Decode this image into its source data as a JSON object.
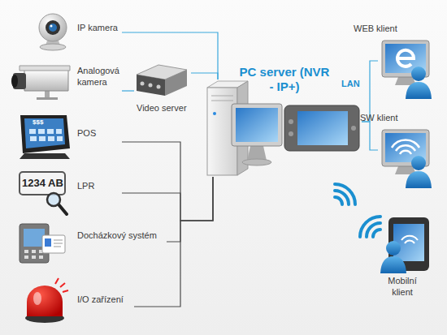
{
  "diagram": {
    "nodes": [
      {
        "text": [
          "IP kamera"
        ]
      },
      {
        "text": [
          "Analogová kamera"
        ]
      },
      {
        "text": [
          "Video server"
        ]
      },
      {
        "text": [
          "POS"
        ]
      },
      {
        "text": [
          "LPR"
        ]
      },
      {
        "text": [
          "Docházkový systém"
        ]
      },
      {
        "text": [
          "I/O zařízení"
        ]
      },
      {
        "text": [
          "PC server (NVR - IP+)"
        ]
      },
      {
        "text": [
          "WEB klient"
        ]
      },
      {
        "text": [
          "SW klient"
        ]
      },
      {
        "text": [
          "Mobilní klient"
        ]
      }
    ],
    "edges": [
      {
        "from": 0,
        "to": 7,
        "arrow": "none"
      },
      {
        "from": 1,
        "to": 2,
        "arrow": "none"
      },
      {
        "from": 2,
        "to": 7,
        "arrow": "none"
      },
      {
        "from": 3,
        "to": 7,
        "arrow": "none"
      },
      {
        "from": 4,
        "to": 7,
        "arrow": "none"
      },
      {
        "from": 5,
        "to": 7,
        "arrow": "none"
      },
      {
        "from": 6,
        "to": 7,
        "arrow": "none"
      },
      {
        "from": 7,
        "to": 8,
        "arrow": "none"
      },
      {
        "from": 7,
        "to": 9,
        "arrow": "none"
      }
    ],
    "labels": [
      "$$$",
      "1234 AB",
      "LAN"
    ]
  }
}
